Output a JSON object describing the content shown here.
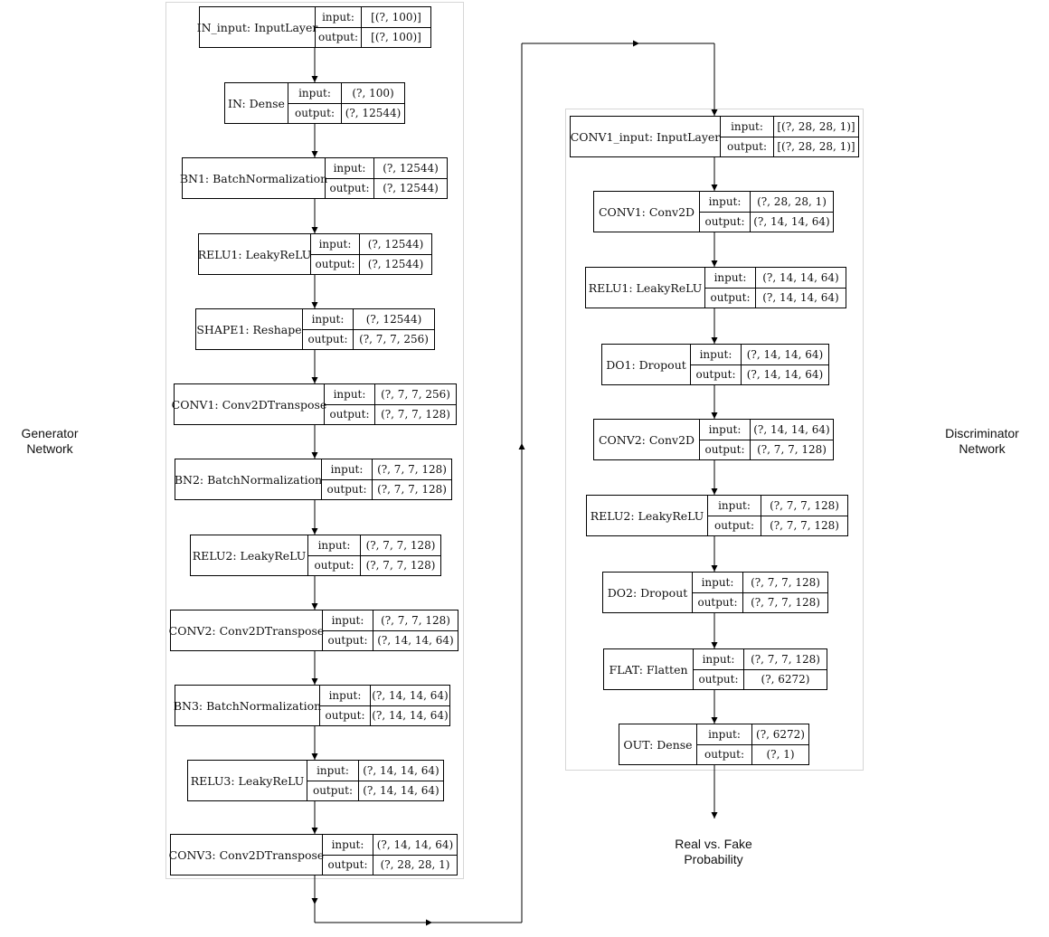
{
  "generator": {
    "label_line1": "Generator",
    "label_line2": "Network",
    "layers": [
      {
        "name": "IN_input: InputLayer",
        "input_key": "input:",
        "input": "[(?, 100)]",
        "output_key": "output:",
        "output": "[(?, 100)]"
      },
      {
        "name": "IN: Dense",
        "input_key": "input:",
        "input": "(?, 100)",
        "output_key": "output:",
        "output": "(?, 12544)"
      },
      {
        "name": "BN1: BatchNormalization",
        "input_key": "input:",
        "input": "(?, 12544)",
        "output_key": "output:",
        "output": "(?, 12544)"
      },
      {
        "name": "RELU1: LeakyReLU",
        "input_key": "input:",
        "input": "(?, 12544)",
        "output_key": "output:",
        "output": "(?, 12544)"
      },
      {
        "name": "SHAPE1: Reshape",
        "input_key": "input:",
        "input": "(?, 12544)",
        "output_key": "output:",
        "output": "(?, 7, 7, 256)"
      },
      {
        "name": "CONV1: Conv2DTranspose",
        "input_key": "input:",
        "input": "(?, 7, 7, 256)",
        "output_key": "output:",
        "output": "(?, 7, 7, 128)"
      },
      {
        "name": "BN2: BatchNormalization",
        "input_key": "input:",
        "input": "(?, 7, 7, 128)",
        "output_key": "output:",
        "output": "(?, 7, 7, 128)"
      },
      {
        "name": "RELU2: LeakyReLU",
        "input_key": "input:",
        "input": "(?, 7, 7, 128)",
        "output_key": "output:",
        "output": "(?, 7, 7, 128)"
      },
      {
        "name": "CONV2: Conv2DTranspose",
        "input_key": "input:",
        "input": "(?, 7, 7, 128)",
        "output_key": "output:",
        "output": "(?, 14, 14, 64)"
      },
      {
        "name": "BN3: BatchNormalization",
        "input_key": "input:",
        "input": "(?, 14, 14, 64)",
        "output_key": "output:",
        "output": "(?, 14, 14, 64)"
      },
      {
        "name": "RELU3: LeakyReLU",
        "input_key": "input:",
        "input": "(?, 14, 14, 64)",
        "output_key": "output:",
        "output": "(?, 14, 14, 64)"
      },
      {
        "name": "CONV3: Conv2DTranspose",
        "input_key": "input:",
        "input": "(?, 14, 14, 64)",
        "output_key": "output:",
        "output": "(?, 28, 28, 1)"
      }
    ]
  },
  "discriminator": {
    "label_line1": "Discriminator",
    "label_line2": "Network",
    "layers": [
      {
        "name": "CONV1_input: InputLayer",
        "input_key": "input:",
        "input": "[(?, 28, 28, 1)]",
        "output_key": "output:",
        "output": "[(?, 28, 28, 1)]"
      },
      {
        "name": "CONV1: Conv2D",
        "input_key": "input:",
        "input": "(?, 28, 28, 1)",
        "output_key": "output:",
        "output": "(?, 14, 14, 64)"
      },
      {
        "name": "RELU1: LeakyReLU",
        "input_key": "input:",
        "input": "(?, 14, 14, 64)",
        "output_key": "output:",
        "output": "(?, 14, 14, 64)"
      },
      {
        "name": "DO1: Dropout",
        "input_key": "input:",
        "input": "(?, 14, 14, 64)",
        "output_key": "output:",
        "output": "(?, 14, 14, 64)"
      },
      {
        "name": "CONV2: Conv2D",
        "input_key": "input:",
        "input": "(?, 14, 14, 64)",
        "output_key": "output:",
        "output": "(?, 7, 7, 128)"
      },
      {
        "name": "RELU2: LeakyReLU",
        "input_key": "input:",
        "input": "(?, 7, 7, 128)",
        "output_key": "output:",
        "output": "(?, 7, 7, 128)"
      },
      {
        "name": "DO2: Dropout",
        "input_key": "input:",
        "input": "(?, 7, 7, 128)",
        "output_key": "output:",
        "output": "(?, 7, 7, 128)"
      },
      {
        "name": "FLAT: Flatten",
        "input_key": "input:",
        "input": "(?, 7, 7, 128)",
        "output_key": "output:",
        "output": "(?, 6272)"
      },
      {
        "name": "OUT: Dense",
        "input_key": "input:",
        "input": "(?, 6272)",
        "output_key": "output:",
        "output": "(?, 1)"
      }
    ]
  },
  "output_label_line1": "Real vs. Fake",
  "output_label_line2": "Probability"
}
